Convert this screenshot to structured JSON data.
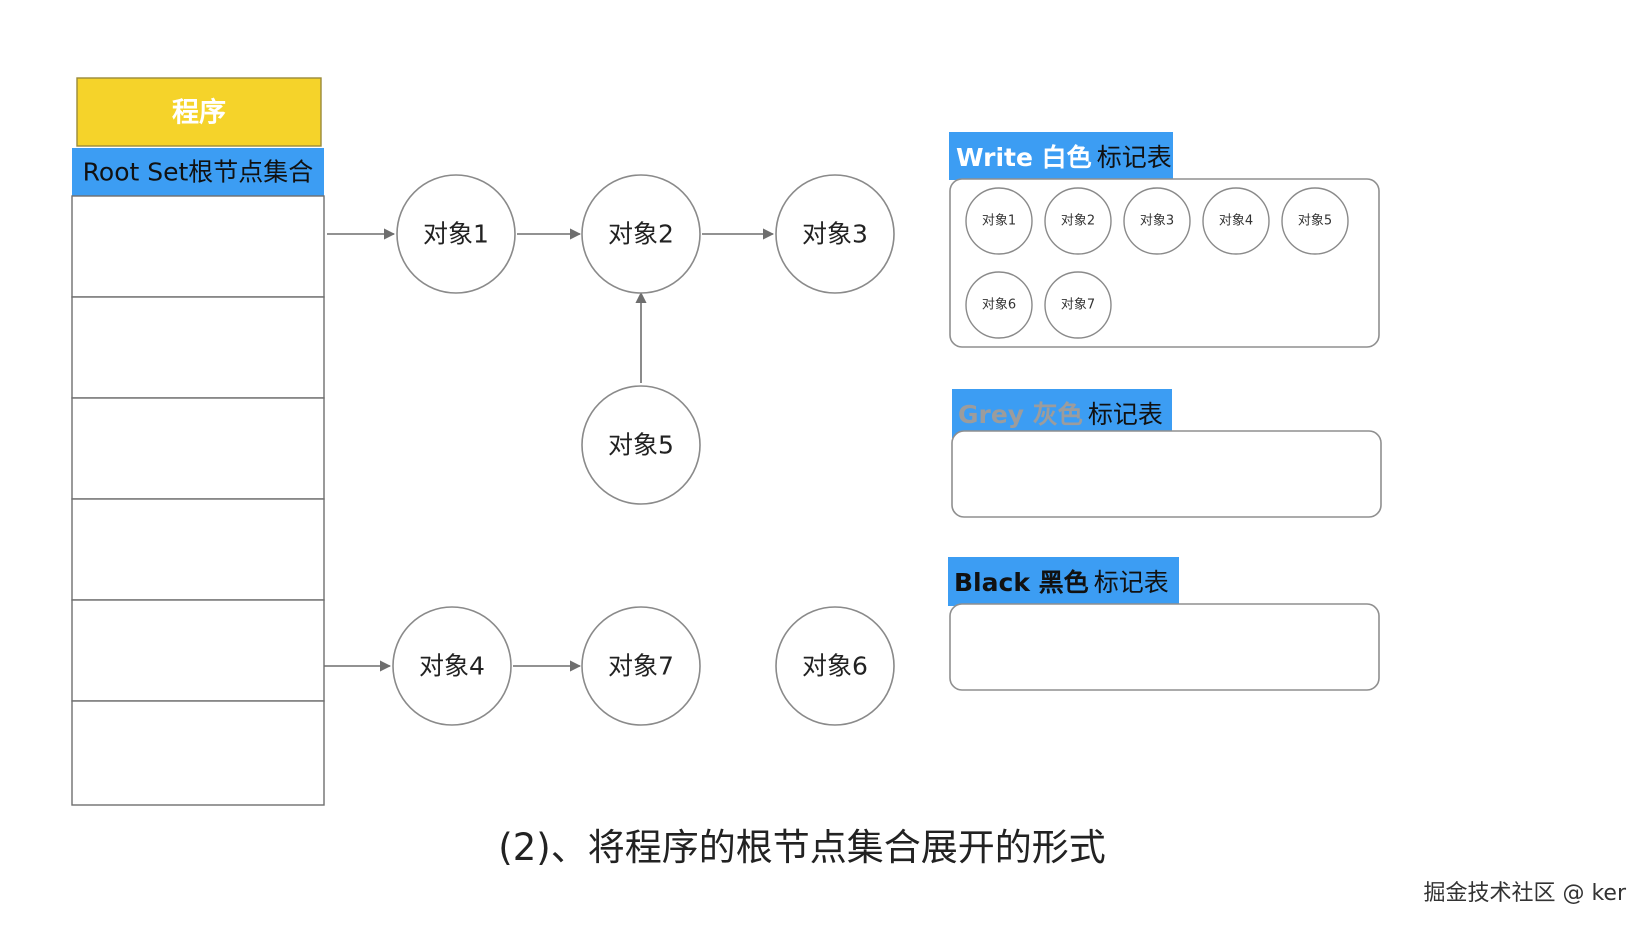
{
  "program_label": "程序",
  "root_set_label": "Root Set根节点集合",
  "colors": {
    "program_bg": "#f5d32a",
    "program_text": "#ffffff",
    "tag_bg": "#3c9df3",
    "white_tag_text": "#ffffff",
    "grey_tag_text": "#9c9c9c",
    "black_tag_text": "#111111"
  },
  "nodes": [
    {
      "id": "obj1",
      "label": "对象1"
    },
    {
      "id": "obj2",
      "label": "对象2"
    },
    {
      "id": "obj3",
      "label": "对象3"
    },
    {
      "id": "obj5",
      "label": "对象5"
    },
    {
      "id": "obj4",
      "label": "对象4"
    },
    {
      "id": "obj7",
      "label": "对象7"
    },
    {
      "id": "obj6",
      "label": "对象6"
    }
  ],
  "edges": [
    {
      "from": "root-slot-1",
      "to": "obj1"
    },
    {
      "from": "obj1",
      "to": "obj2"
    },
    {
      "from": "obj2",
      "to": "obj3"
    },
    {
      "from": "obj5",
      "to": "obj2"
    },
    {
      "from": "root-slot-5",
      "to": "obj4"
    },
    {
      "from": "obj4",
      "to": "obj7"
    }
  ],
  "white_set": {
    "title_strong": "Write 白色",
    "title_rest": "标记表",
    "items": [
      "对象1",
      "对象2",
      "对象3",
      "对象4",
      "对象5",
      "对象6",
      "对象7"
    ]
  },
  "grey_set": {
    "title_strong": "Grey 灰色",
    "title_rest": "标记表",
    "items": []
  },
  "black_set": {
    "title_strong": "Black 黑色",
    "title_rest": "标记表",
    "items": []
  },
  "caption": "(2)、将程序的根节点集合展开的形式",
  "watermark": "掘金技术社区 @ ker"
}
